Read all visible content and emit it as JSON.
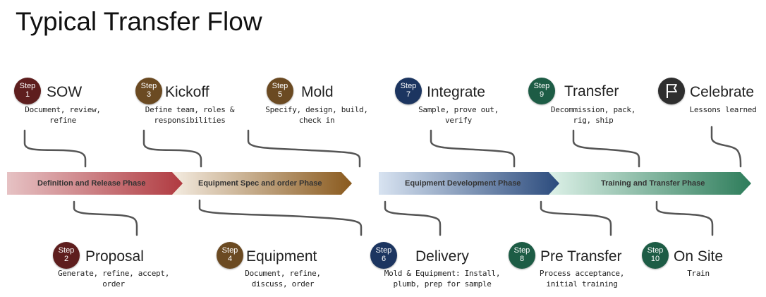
{
  "title": "Typical Transfer Flow",
  "steps": [
    {
      "badge_word": "Step",
      "number": "1",
      "title": "SOW",
      "desc_line1": "Document, review,",
      "desc_line2": "refine",
      "color": "#5e1e1e"
    },
    {
      "badge_word": "Step",
      "number": "2",
      "title": "Proposal",
      "desc_line1": "Generate, refine, accept,",
      "desc_line2": "order",
      "color": "#5e1e1e"
    },
    {
      "badge_word": "Step",
      "number": "3",
      "title": "Kickoff",
      "desc_line1": "Define team, roles &",
      "desc_line2": "responsibilities",
      "color": "#6b4a22"
    },
    {
      "badge_word": "Step",
      "number": "4",
      "title": "Equipment",
      "desc_line1": "Document, refine,",
      "desc_line2": "discuss, order",
      "color": "#6b4a22"
    },
    {
      "badge_word": "Step",
      "number": "5",
      "title": "Mold",
      "desc_line1": "Specify, design, build,",
      "desc_line2": "check in",
      "color": "#6b4a22"
    },
    {
      "badge_word": "Step",
      "number": "6",
      "title": "Delivery",
      "desc_line1": "Mold & Equipment: Install,",
      "desc_line2": "plumb, prep for sample",
      "color": "#1c3560"
    },
    {
      "badge_word": "Step",
      "number": "7",
      "title": "Integrate",
      "desc_line1": "Sample, prove out,",
      "desc_line2": "verify",
      "color": "#1c3560"
    },
    {
      "badge_word": "Step",
      "number": "8",
      "title": "Pre Transfer",
      "desc_line1": "Process acceptance,",
      "desc_line2": "initial training",
      "color": "#1d5c45"
    },
    {
      "badge_word": "Step",
      "number": "9",
      "title": "Transfer",
      "desc_line1": "Decommission, pack,",
      "desc_line2": "rig, ship",
      "color": "#1d5c45"
    },
    {
      "badge_word": "Step",
      "number": "10",
      "title": "On Site",
      "desc_line1": "Train",
      "desc_line2": "",
      "color": "#1d5c45"
    }
  ],
  "celebrate": {
    "title": "Celebrate",
    "desc_line1": "Lessons learned",
    "icon": "flag-icon"
  },
  "phases": [
    {
      "label": "Definition and Release Phase",
      "color_start": "#dfb3b5",
      "color_end": "#b03a40"
    },
    {
      "label": "Equipment Spec and order Phase",
      "color_start": "#f2e8dc",
      "color_end": "#8a5a1e"
    },
    {
      "label": "Equipment Development Phase",
      "color_start": "#d8e3f1",
      "color_end": "#2a4a7c"
    },
    {
      "label": "Training and Transfer Phase",
      "color_start": "#d7efe4",
      "color_end": "#2e7d5b"
    }
  ]
}
